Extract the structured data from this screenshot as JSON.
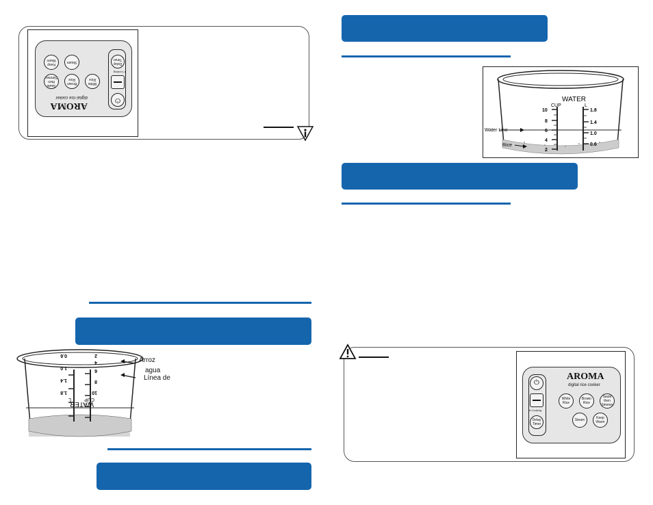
{
  "panel_top_left": {
    "brand": "AROMA",
    "subtitle": "digital rice cooker",
    "buttons": {
      "white_rice": "White Rice",
      "brown_rice": "Brown Rice",
      "saute_simmer": "Saute then Simmer",
      "steam": "Steam",
      "keep_warm": "Keep Warm",
      "delay_timer": "Delay Timer",
      "flash_label": "8 Cooking"
    }
  },
  "panel_bottom_right": {
    "brand": "AROMA",
    "subtitle": "digital rice cooker",
    "buttons": {
      "white_rice": "White Rice",
      "brown_rice": "Brown Rice",
      "saute_simmer": "Saute then Simmer",
      "steam": "Steam",
      "keep_warm": "Keep Warm",
      "delay_timer": "Delay Timer",
      "flash_label": "8 Cooking"
    }
  },
  "pot_english": {
    "title": "WATER",
    "cup_label": "CUP",
    "liter_label": "L",
    "cup_ticks": [
      "10",
      "8",
      "6",
      "4",
      "2"
    ],
    "liter_ticks": [
      "1.8",
      "1.4",
      "1.0",
      "0.6"
    ],
    "water_line_label": "Water Line",
    "rice_label": "Rice"
  },
  "pot_spanish": {
    "title": "WATER",
    "cup_label": "CUP",
    "liter_label": "L",
    "cup_ticks": [
      "10",
      "8",
      "6",
      "4",
      "2"
    ],
    "liter_ticks": [
      "1.8",
      "1.4",
      "1.0",
      "0.6"
    ],
    "rice_label": "Arroz",
    "water_line_label_1": "Línea de",
    "water_line_label_2": "agua"
  },
  "colors": {
    "accent_blue": "#1565ad"
  },
  "icons": {
    "info": "info-icon",
    "warning": "warning-icon",
    "power": "power-icon"
  }
}
